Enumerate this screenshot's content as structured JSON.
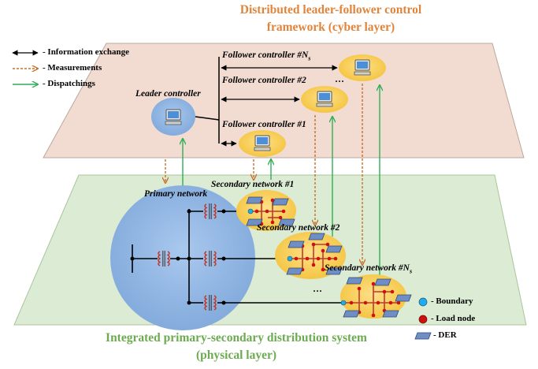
{
  "titles": {
    "cyber_line1": "Distributed leader-follower control",
    "cyber_line2": "framework (cyber layer)",
    "physical_line1": "Integrated primary-secondary distribution system",
    "physical_line2": "(physical layer)"
  },
  "legend_top": {
    "information_exchange": "- Information exchange",
    "measurements": "- Measurements",
    "dispatchings": "- Dispatchings"
  },
  "legend_bottom": {
    "boundary": "- Boundary",
    "load_node": "- Load node",
    "der": "- DER"
  },
  "cyber_labels": {
    "leader": "Leader controller",
    "follower_ns": "Follower controller #N",
    "follower_ns_sub": "s",
    "follower_2": "Follower controller #2",
    "follower_1": "Follower controller #1",
    "ellipsis": "···"
  },
  "physical_labels": {
    "primary": "Primary network",
    "secondary_1": "Secondary network #1",
    "secondary_2": "Secondary network #2",
    "secondary_ns": "Secondary network #N",
    "secondary_ns_sub": "s",
    "ellipsis": "···"
  },
  "colors": {
    "cyber_plane": "#f2dcd2",
    "physical_plane": "#dcebd4",
    "primary_circle": "#8fb4e0",
    "secondary_ellipse": "#f7cf52",
    "measurement_arrow": "#c8702a",
    "dispatch_arrow": "#2fae55",
    "transformer": "#c0392b",
    "load_node": "#cc1111",
    "boundary": "#22aaee",
    "der": "#6f8fc4",
    "cyber_title": "#e0843a",
    "physical_title": "#6cab50"
  }
}
